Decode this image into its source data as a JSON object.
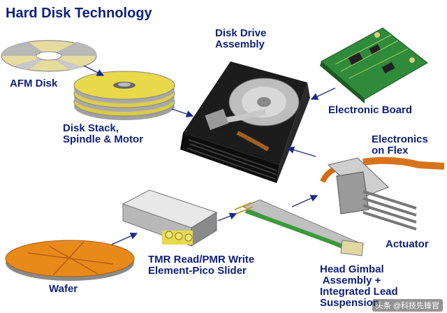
{
  "title": "Hard Disk Technology",
  "labels": {
    "disk_drive_assembly": "Disk Drive\nAssembly",
    "afm_disk": "AFM Disk",
    "disk_stack": "Disk Stack,\nSpindle & Motor",
    "electronic_board": "Electronic Board",
    "electronics_on_flex": "Electronics\non Flex",
    "actuator": "Actuator",
    "tmr_slider": "TMR Read/PMR Write\nElement-Pico Slider",
    "head_gimbal": "Head Gimbal\n Assembly +\nIntegrated Lead\nSuspension",
    "wafer": "Wafer"
  },
  "watermark": "头条 @科技先锋官",
  "colors": {
    "label_text": "#0d1f7a",
    "arrow": "#1a2a8a",
    "disk_gold": "#e8d84a",
    "board_green": "#2f8a3a",
    "wafer_orange": "#e88a1a"
  }
}
